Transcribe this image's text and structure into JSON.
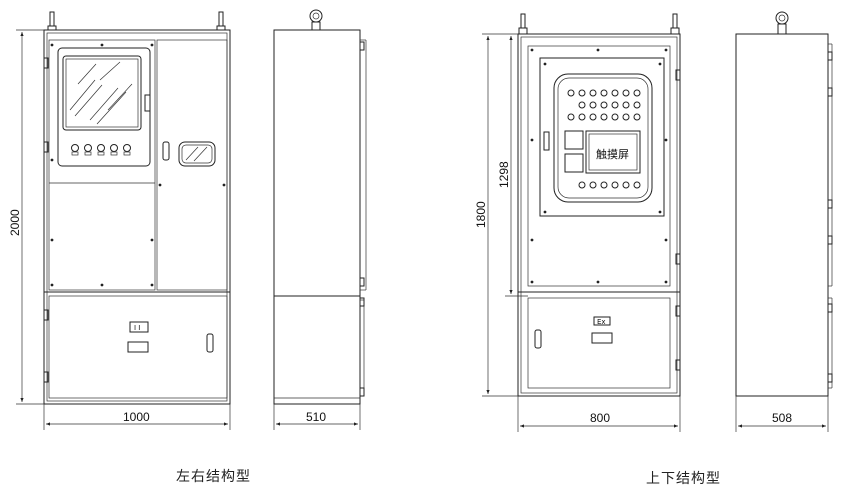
{
  "left_group": {
    "caption": "左右结构型",
    "front_view": {
      "height_dim": "2000",
      "width_dim": "1000",
      "plate_text": "I I"
    },
    "side_view": {
      "width_dim": "510"
    }
  },
  "right_group": {
    "caption": "上下结构型",
    "front_view": {
      "height_dim": "1800",
      "upper_height_dim": "1298",
      "width_dim": "800",
      "screen_label": "触摸屏",
      "plate_text": "Ex"
    },
    "side_view": {
      "width_dim": "508"
    }
  }
}
